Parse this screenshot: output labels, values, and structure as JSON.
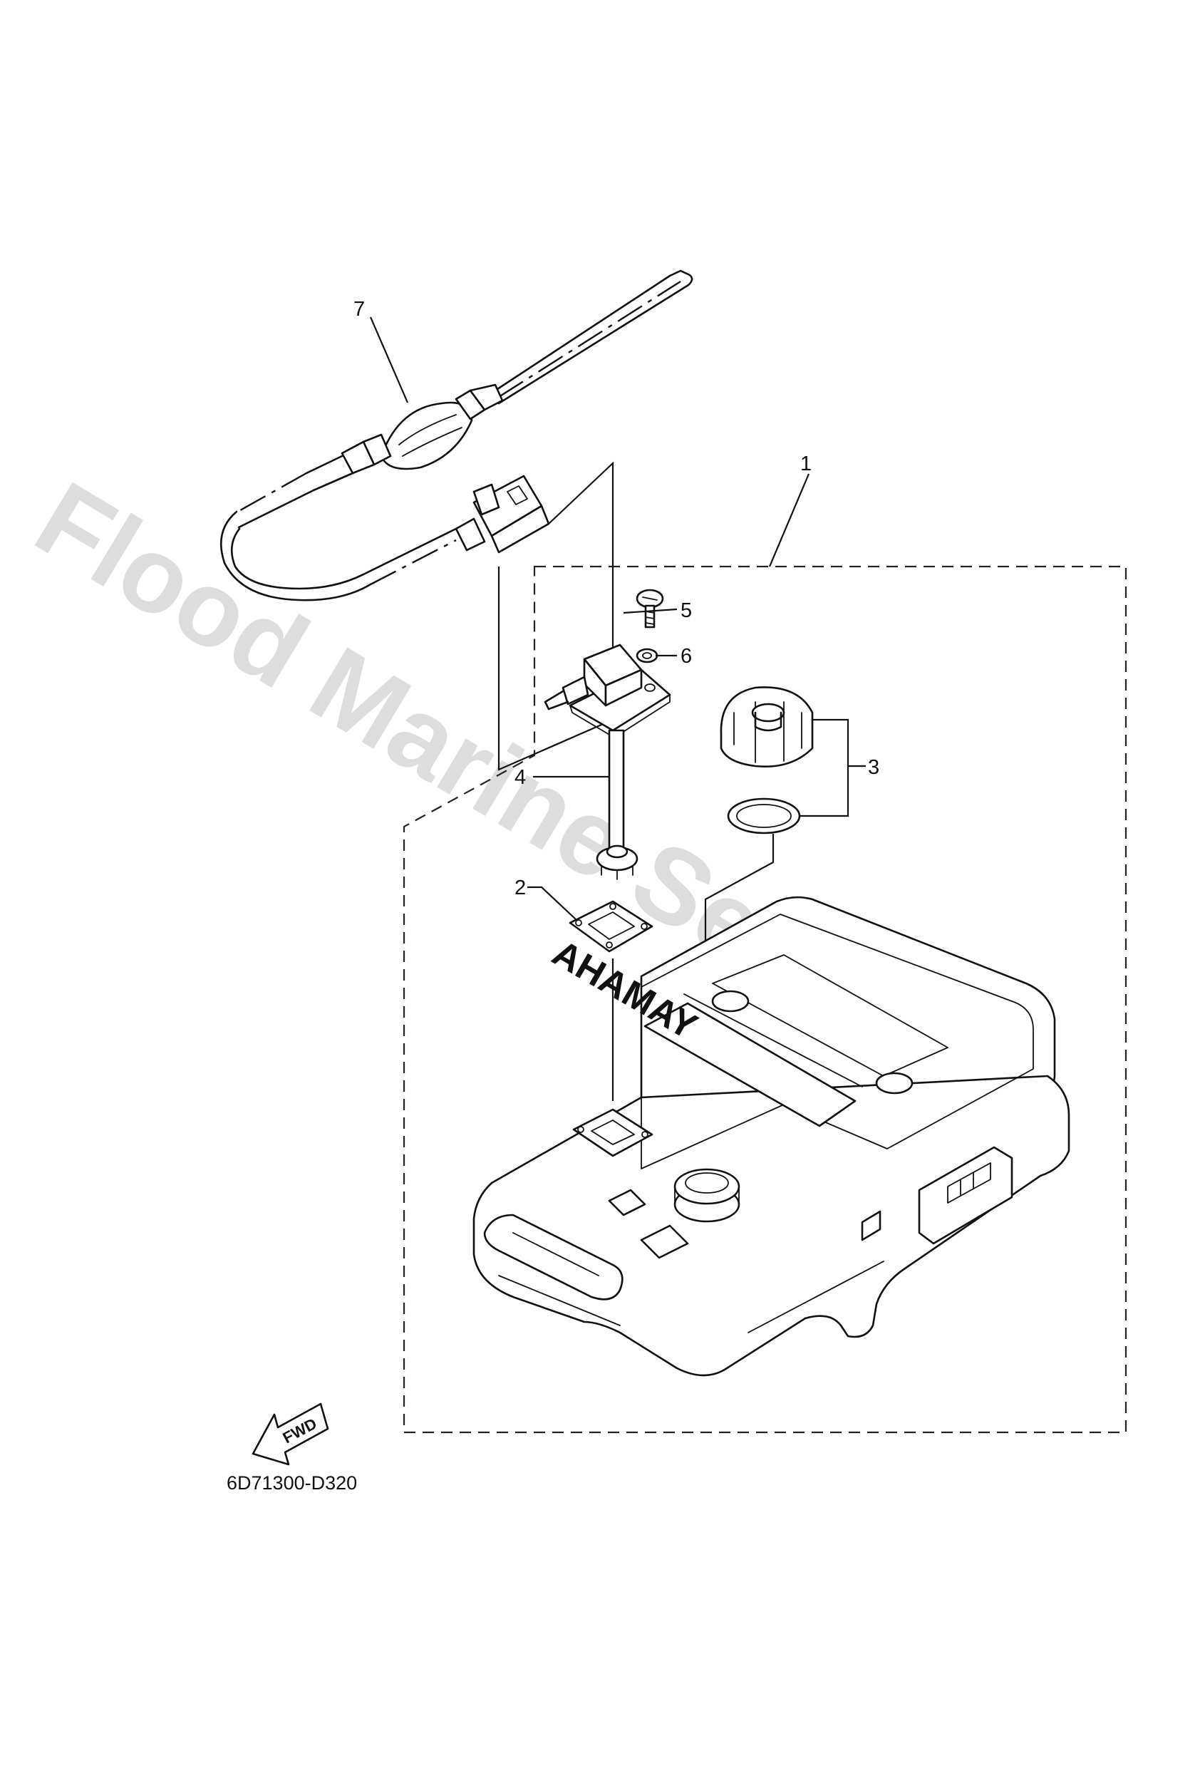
{
  "callouts": [
    {
      "id": "1",
      "label": "1"
    },
    {
      "id": "2",
      "label": "2"
    },
    {
      "id": "3",
      "label": "3"
    },
    {
      "id": "4",
      "label": "4"
    },
    {
      "id": "5",
      "label": "5"
    },
    {
      "id": "6",
      "label": "6"
    },
    {
      "id": "7",
      "label": "7"
    }
  ],
  "diagram_code": "6D71300-D320",
  "fwd_label": "FWD",
  "tank_brand": "YAMAHA",
  "watermark": "Flood Marine Services"
}
